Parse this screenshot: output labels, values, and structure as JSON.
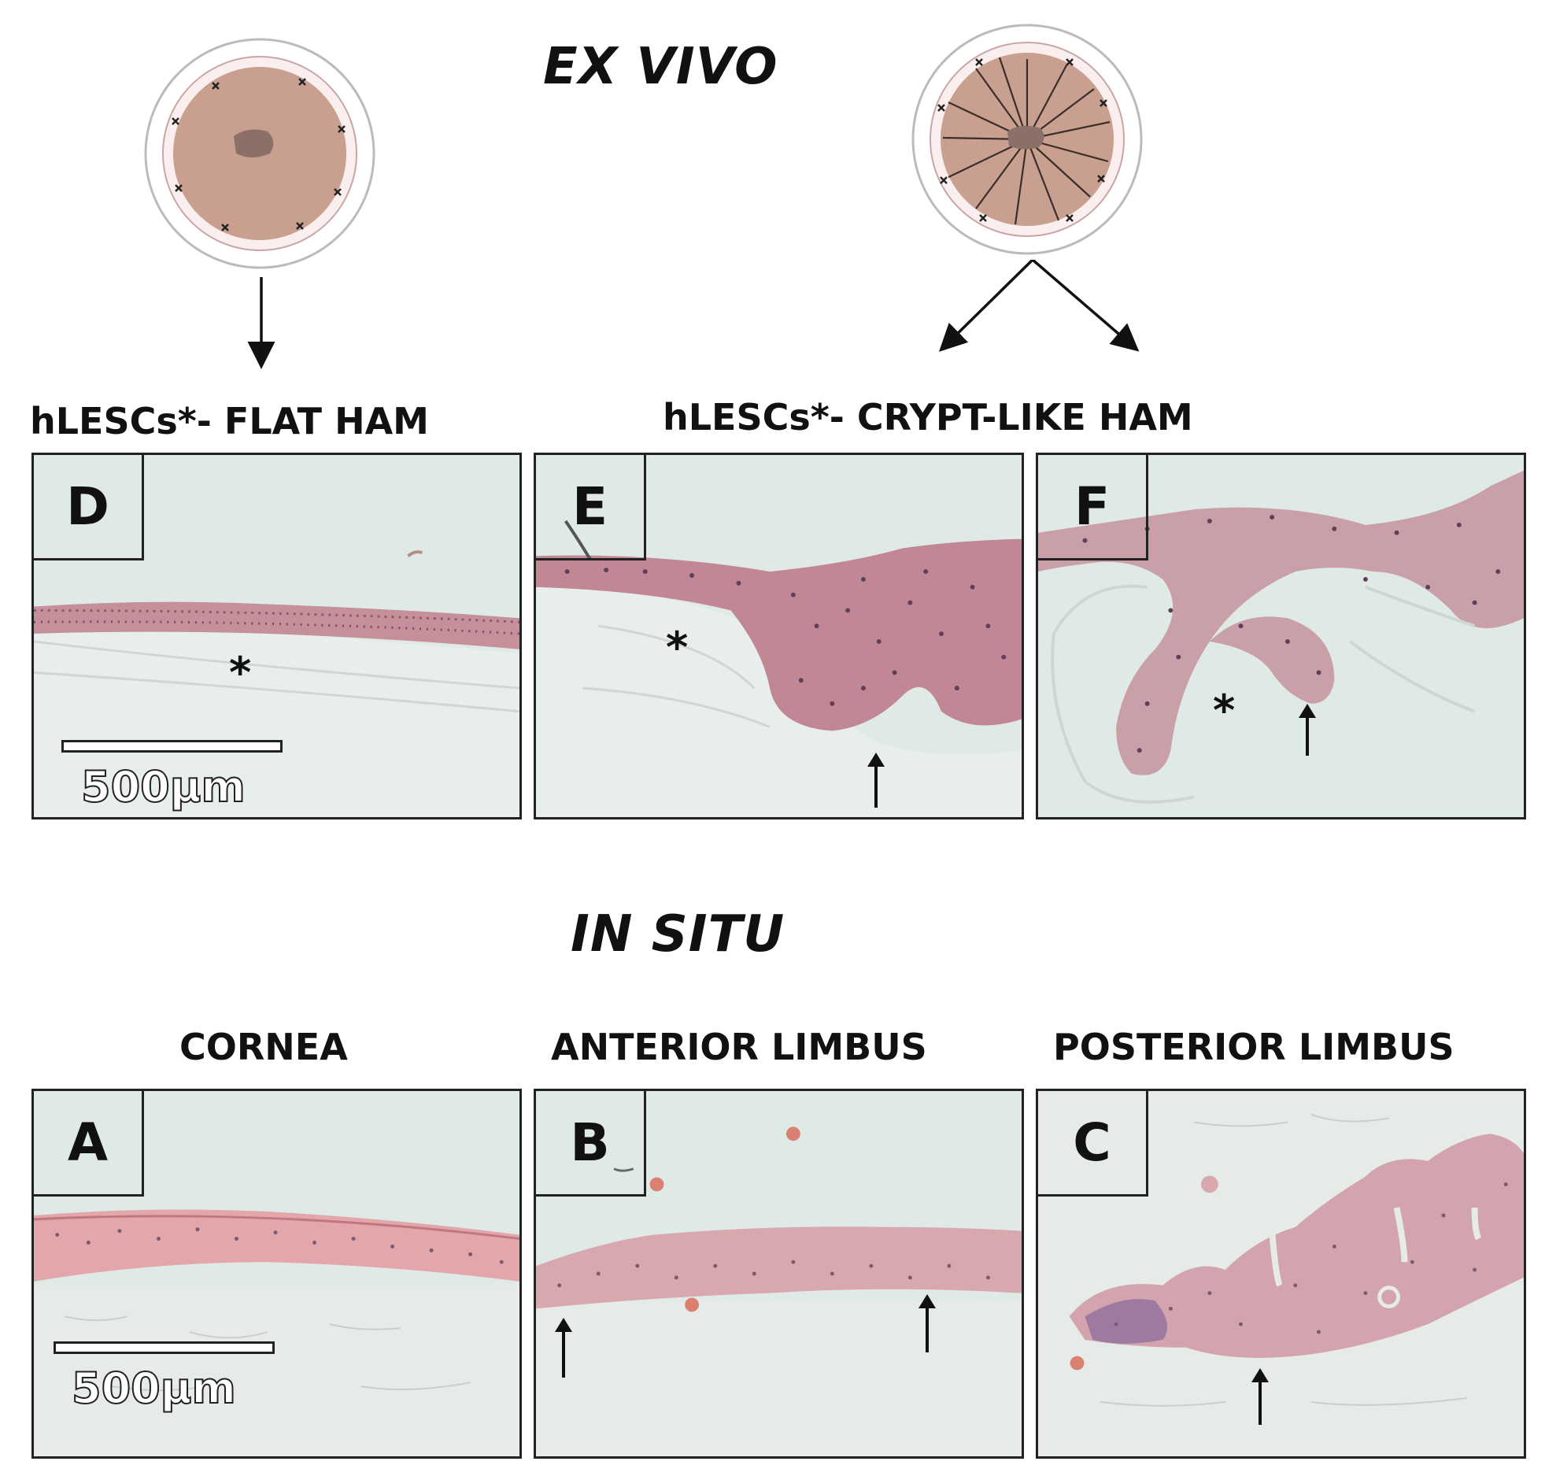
{
  "headings": {
    "ex_vivo": "EX VIVO",
    "in_situ": "IN SITU"
  },
  "captions": {
    "flat": "hLESCs*- FLAT HAM",
    "crypt": "hLESCs*- CRYPT-LIKE HAM",
    "cornea": "CORNEA",
    "anterior": "ANTERIOR LIMBUS",
    "posterior": "POSTERIOR LIMBUS"
  },
  "panels": {
    "D": "D",
    "E": "E",
    "F": "F",
    "A": "A",
    "B": "B",
    "C": "C"
  },
  "markers": {
    "asterisk": "*"
  },
  "scale_bars": {
    "top": "500μm",
    "bottom": "500μm"
  },
  "colors": {
    "background": "#dfe9e6",
    "epithelium": "#c98c95",
    "stroma": "#e9eeeb",
    "nuclei": "#6a4a66",
    "dish_fill": "#c9a08f",
    "explant": "#8a7066"
  },
  "icons": [
    "flat-dish-icon",
    "crypt-dish-icon",
    "arrow-down-icon",
    "arrow-up-icon"
  ]
}
